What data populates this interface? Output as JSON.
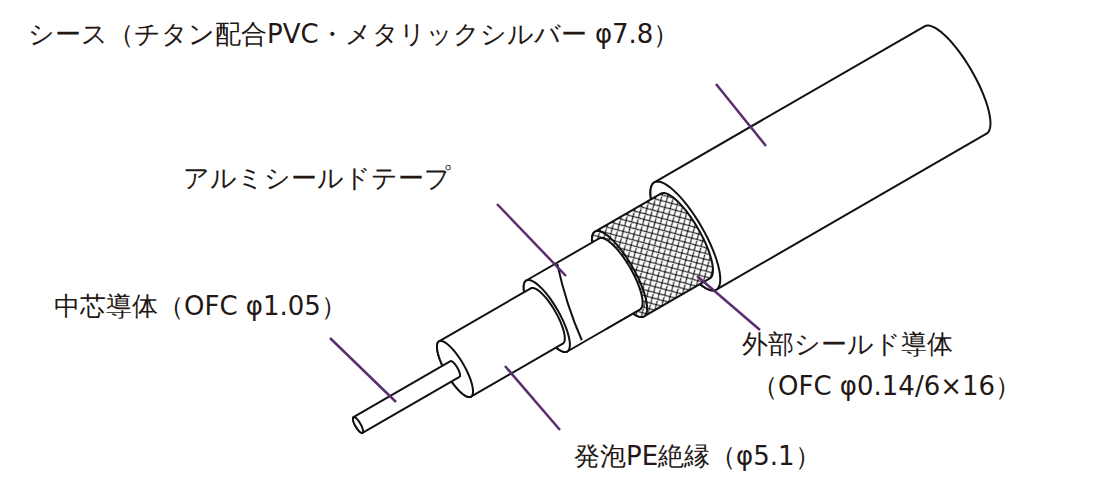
{
  "diagram": {
    "labels": [
      "シース（チタン配合PVC・メタリックシルバー φ7.8）",
      "アルミシールドテープ",
      "中芯導体（OFC φ1.05）",
      "外部シールド導体",
      "（OFC φ0.14/6×16）",
      "発泡PE絶縁（φ5.1）"
    ]
  }
}
